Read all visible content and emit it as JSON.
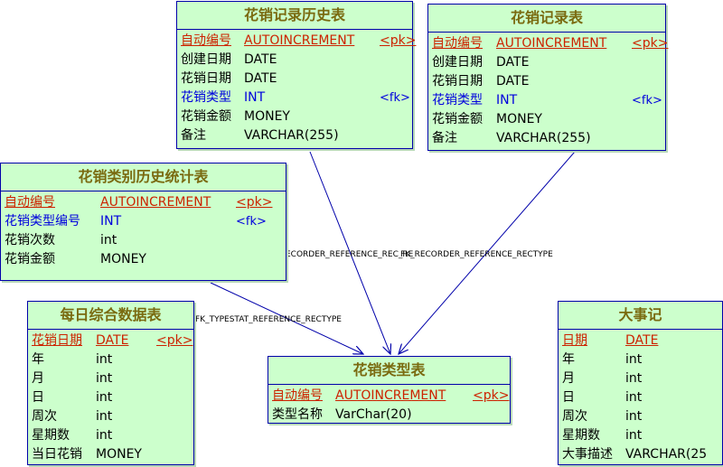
{
  "entities": {
    "history": {
      "title": "花销记录历史表",
      "rows": [
        {
          "name": "自动编号",
          "type": "AUTOINCREMENT",
          "key": "<pk>"
        },
        {
          "name": "创建日期",
          "type": "DATE",
          "key": ""
        },
        {
          "name": "花销日期",
          "type": "DATE",
          "key": ""
        },
        {
          "name": "花销类型",
          "type": "INT",
          "key": "<fk>"
        },
        {
          "name": "花销金额",
          "type": "MONEY",
          "key": ""
        },
        {
          "name": "备注",
          "type": "VARCHAR(255)",
          "key": ""
        }
      ]
    },
    "record": {
      "title": "花销记录表",
      "rows": [
        {
          "name": "自动编号",
          "type": "AUTOINCREMENT",
          "key": "<pk>"
        },
        {
          "name": "创建日期",
          "type": "DATE",
          "key": ""
        },
        {
          "name": "花销日期",
          "type": "DATE",
          "key": ""
        },
        {
          "name": "花销类型",
          "type": "INT",
          "key": "<fk>"
        },
        {
          "name": "花销金额",
          "type": "MONEY",
          "key": ""
        },
        {
          "name": "备注",
          "type": "VARCHAR(255)",
          "key": ""
        }
      ]
    },
    "typestat": {
      "title": "花销类别历史统计表",
      "rows": [
        {
          "name": "自动编号",
          "type": "AUTOINCREMENT",
          "key": "<pk>"
        },
        {
          "name": "花销类型编号",
          "type": "INT",
          "key": "<fk>"
        },
        {
          "name": "花销次数",
          "type": "int",
          "key": ""
        },
        {
          "name": "花销金额",
          "type": "MONEY",
          "key": ""
        }
      ]
    },
    "daily": {
      "title": "每日综合数据表",
      "rows": [
        {
          "name": "花销日期",
          "type": "DATE",
          "key": "<pk>"
        },
        {
          "name": "年",
          "type": "int",
          "key": ""
        },
        {
          "name": "月",
          "type": "int",
          "key": ""
        },
        {
          "name": "日",
          "type": "int",
          "key": ""
        },
        {
          "name": "周次",
          "type": "int",
          "key": ""
        },
        {
          "name": "星期数",
          "type": "int",
          "key": ""
        },
        {
          "name": "当日花销",
          "type": "MONEY",
          "key": ""
        }
      ]
    },
    "rectype": {
      "title": "花销类型表",
      "rows": [
        {
          "name": "自动编号",
          "type": "AUTOINCREMENT",
          "key": "<pk>"
        },
        {
          "name": "类型名称",
          "type": "VarChar(20)",
          "key": ""
        }
      ]
    },
    "events": {
      "title": "大事记",
      "rows": [
        {
          "name": "日期",
          "type": "DATE",
          "key": "<pk>"
        },
        {
          "name": "年",
          "type": "int",
          "key": ""
        },
        {
          "name": "月",
          "type": "int",
          "key": ""
        },
        {
          "name": "日",
          "type": "int",
          "key": ""
        },
        {
          "name": "周次",
          "type": "int",
          "key": ""
        },
        {
          "name": "星期数",
          "type": "int",
          "key": ""
        },
        {
          "name": "大事描述",
          "type": "VARCHAR(25",
          "key": ""
        }
      ]
    }
  },
  "relations": {
    "history_label": "ECORDER_REFERENCE_REC_RE",
    "record_label": "FK_RECORDER_REFERENCE_RECTYPE",
    "typestat_label": "FK_TYPESTAT_REFERENCE_RECTYPE"
  },
  "colors": {
    "entity_fill": "#ccffcc",
    "border": "#0000aa",
    "pk": "#cc2200",
    "fk": "#0000dd",
    "title": "#7a6a10"
  }
}
